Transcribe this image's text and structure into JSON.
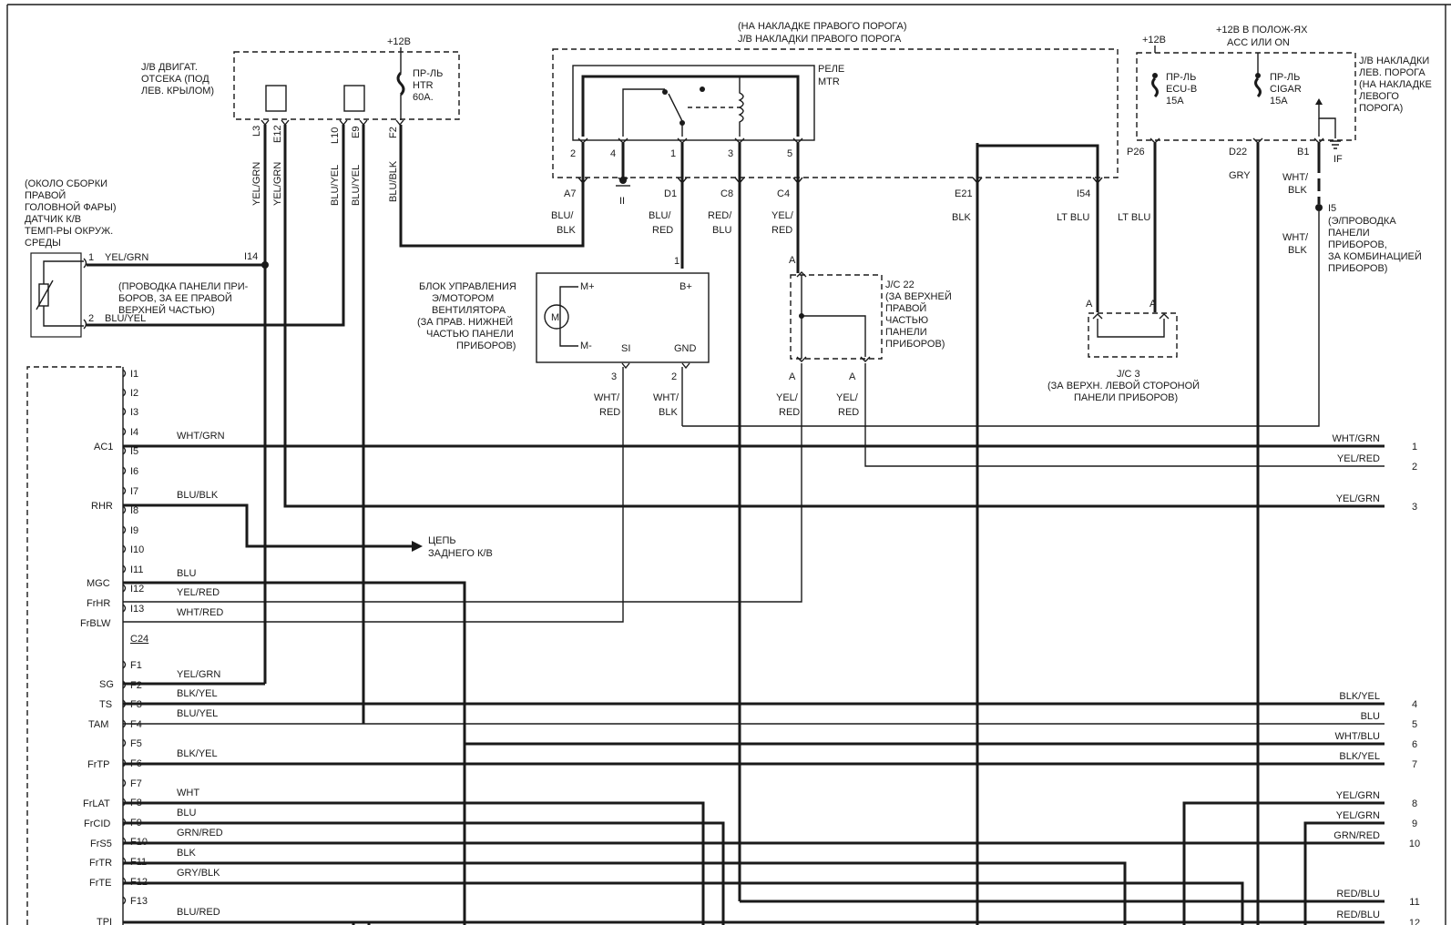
{
  "jb_engine": {
    "label": [
      "J/B ДВИГАТ.",
      "ОТСЕКА (ПОД",
      "ЛЕВ. КРЫЛОМ)"
    ],
    "plus12": "+12В",
    "fuse": [
      "ПР-ЛЬ",
      "HTR",
      "60А."
    ]
  },
  "jb_right": {
    "label": [
      "(НА НАКЛАДКЕ ПРАВОГО ПОРОГА)",
      "J/B НАКЛАДКИ ПРАВОГО ПОРОГА"
    ],
    "relay": [
      "РЕЛЕ",
      "MTR"
    ]
  },
  "jb_left": {
    "plus12": "+12В",
    "ign": [
      "+12В В ПОЛОЖ-ЯХ",
      "ACC ИЛИ ON"
    ],
    "label": [
      "J/B НАКЛАДКИ",
      "ЛЕВ. ПОРОГА",
      "(НА НАКЛАДКЕ",
      "ЛЕВОГО",
      "ПОРОГА)"
    ],
    "fuse1": [
      "ПР-ЛЬ",
      "ECU-B",
      "15А"
    ],
    "fuse2": [
      "ПР-ЛЬ",
      "CIGAR",
      "15А"
    ],
    "if_label": "IF"
  },
  "pins_top": {
    "L3": "L3",
    "E12": "E12",
    "L10": "L10",
    "E9": "E9",
    "F2": "F2",
    "p2": "2",
    "p4": "4",
    "p1": "1",
    "p3": "3",
    "p5": "5",
    "A7": "A7",
    "II": "II",
    "D1": "D1",
    "C8": "C8",
    "C4": "C4",
    "E21": "E21",
    "I54": "I54",
    "P26": "P26",
    "D22": "D22",
    "B1": "B1",
    "I5": "I5"
  },
  "wire_labels_top": {
    "w1": "YEL/GRN",
    "w2": "YEL/GRN",
    "w3": "BLU/YEL",
    "w4": "BLU/YEL",
    "w5": "BLU/BLK",
    "a7": [
      "BLU/",
      "BLK"
    ],
    "d1": [
      "BLU/",
      "RED"
    ],
    "c8": [
      "RED/",
      "BLU"
    ],
    "c4": [
      "YEL/",
      "RED"
    ],
    "e21": "BLK",
    "i54a": "LT BLU",
    "i54b": "LT BLU",
    "d22": "GRY",
    "b1": [
      "WHT/",
      "BLK"
    ],
    "i5": [
      "WHT/",
      "BLK"
    ]
  },
  "sensor": {
    "label": [
      "(ОКОЛО СБОРКИ",
      "ПРАВОЙ",
      "ГОЛОВНОЙ ФАРЫ)",
      "ДАТЧИК К/В",
      "ТЕМП-РЫ ОКРУЖ.",
      "СРЕДЫ"
    ],
    "pin1": "1",
    "pin2": "2",
    "w1": "YEL/GRN",
    "w2": "BLU/YEL",
    "i14": "I14",
    "note": [
      "(ПРОВОДКА ПАНЕЛИ ПРИ-",
      "БОРОВ, ЗА ЕЕ ПРАВОЙ",
      "ВЕРХНЕЙ ЧАСТЬЮ)"
    ]
  },
  "fan": {
    "label": [
      "БЛОК УПРАВЛЕНИЯ",
      "Э/МОТОРОМ",
      "ВЕНТИЛЯТОРА",
      "(ЗА ПРАВ. НИЖНЕЙ",
      "ЧАСТЬЮ ПАНЕЛИ",
      "ПРИБОРОВ)"
    ],
    "mplus": "M+",
    "mminus": "M-",
    "bplus": "B+",
    "si": "SI",
    "gnd": "GND",
    "motor": "M",
    "p1": "1",
    "p3": "3",
    "p2": "2",
    "w3": [
      "WHT/",
      "RED"
    ],
    "w2": [
      "WHT/",
      "BLK"
    ]
  },
  "jc22": {
    "label": [
      "J/C 22",
      "(ЗА ВЕРХНЕЙ",
      "ПРАВОЙ",
      "ЧАСТЬЮ",
      "ПАНЕЛИ",
      "ПРИБОРОВ)"
    ],
    "a": "A",
    "wl": [
      "YEL/",
      "RED"
    ]
  },
  "jc3": {
    "label": [
      "J/C 3",
      "(ЗА ВЕРХН. ЛЕВОЙ СТОРОНОЙ",
      "ПАНЕЛИ ПРИБОРОВ)"
    ],
    "a": "A"
  },
  "i5_note": [
    "(Э/ПРОВОДКА",
    "ПАНЕЛИ",
    "ПРИБОРОВ,",
    "ЗА КОМБИНАЦИЕЙ",
    "ПРИБОРОВ)"
  ],
  "rear": [
    "ЦЕПЬ",
    "ЗАДНЕГО К/В"
  ],
  "c24": "C24",
  "pins_left": [
    "I1",
    "I2",
    "I3",
    "I4",
    "I5",
    "I6",
    "I7",
    "I8",
    "I9",
    "I10",
    "I11",
    "I12",
    "I13",
    "F1",
    "F2",
    "F3",
    "F4",
    "F5",
    "F6",
    "F7",
    "F8",
    "F9",
    "F10",
    "F11",
    "F12",
    "F13"
  ],
  "signals": {
    "AC1": "AC1",
    "RHR": "RHR",
    "MGC": "MGC",
    "FrHR": "FrHR",
    "FrBLW": "FrBLW",
    "SG": "SG",
    "TS": "TS",
    "TAM": "TAM",
    "FrTP": "FrTP",
    "FrLAT": "FrLAT",
    "FrCID": "FrCID",
    "FrS5": "FrS5",
    "FrTR": "FrTR",
    "FrTE": "FrTE",
    "TPI": "TPI"
  },
  "left_wires": {
    "i4": "WHT/GRN",
    "i7": "BLU/BLK",
    "i11": "BLU",
    "i12": "YEL/RED",
    "i13": "WHT/RED",
    "f1": "YEL/GRN",
    "f2": "BLK/YEL",
    "f3": "BLU/YEL",
    "f5": "BLK/YEL",
    "f7": "WHT",
    "f8": "BLU",
    "f9": "GRN/RED",
    "f10": "BLK",
    "f11": "GRY/BLK",
    "f13": "BLU/RED"
  },
  "right_wires": [
    {
      "num": "1",
      "wire": "WHT/GRN"
    },
    {
      "num": "2",
      "wire": "YEL/RED"
    },
    {
      "num": "3",
      "wire": "YEL/GRN"
    },
    {
      "num": "4",
      "wire": "BLK/YEL"
    },
    {
      "num": "5",
      "wire": "BLU"
    },
    {
      "num": "6",
      "wire": "WHT/BLU"
    },
    {
      "num": "7",
      "wire": "BLK/YEL"
    },
    {
      "num": "8",
      "wire": "YEL/GRN"
    },
    {
      "num": "9",
      "wire": "YEL/GRN"
    },
    {
      "num": "10",
      "wire": "GRN/RED"
    },
    {
      "num": "11",
      "wire": "RED/BLU"
    },
    {
      "num": "12",
      "wire": "RED/BLU"
    }
  ]
}
